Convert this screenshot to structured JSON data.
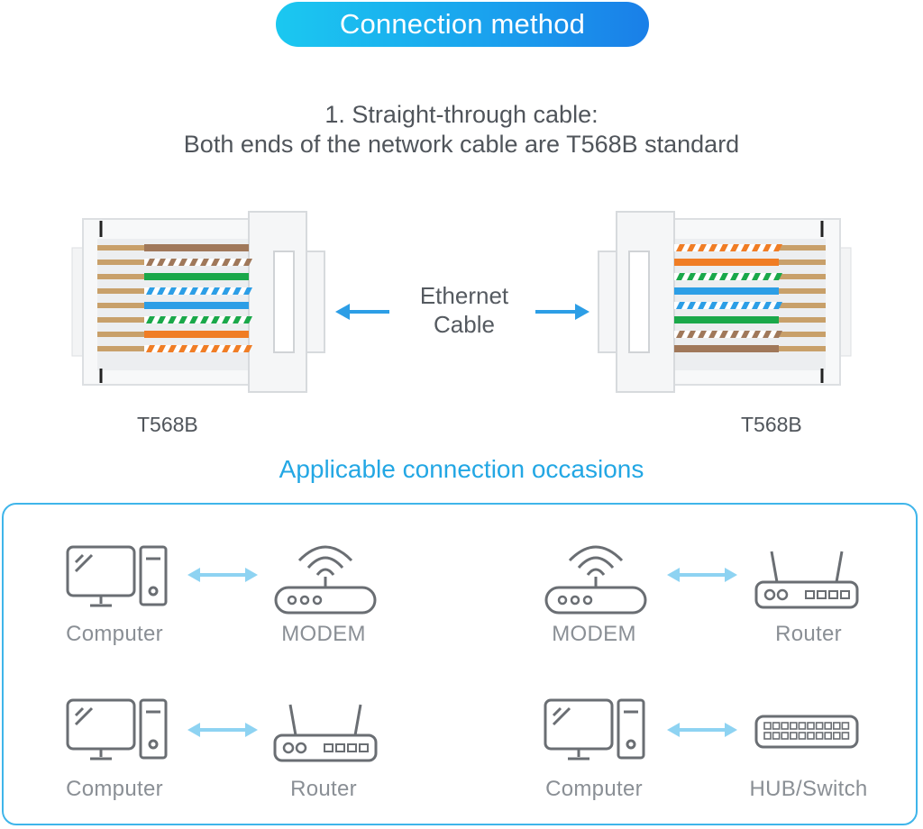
{
  "header": {
    "title": "Connection method"
  },
  "subtitle": {
    "line1": "1. Straight-through cable:",
    "line2": "Both ends of the network cable are T568B standard"
  },
  "connector_diagram": {
    "left_standard": "T568B",
    "right_standard": "T568B",
    "cable_label_line1": "Ethernet",
    "cable_label_line2": "Cable",
    "wire_colors": {
      "orange": "#f07d25",
      "green": "#1aa84a",
      "blue": "#2c9ee6",
      "brown": "#a0785a",
      "copper": "#c8a06a"
    }
  },
  "occasions": {
    "title": "Applicable connection occasions",
    "accent_color": "#3fb5ea",
    "pairs": [
      {
        "left": {
          "icon": "computer-icon",
          "label": "Computer"
        },
        "right": {
          "icon": "modem-icon",
          "label": "MODEM"
        }
      },
      {
        "left": {
          "icon": "modem-icon",
          "label": "MODEM"
        },
        "right": {
          "icon": "router-icon",
          "label": "Router"
        }
      },
      {
        "left": {
          "icon": "computer-icon",
          "label": "Computer"
        },
        "right": {
          "icon": "router-icon",
          "label": "Router"
        }
      },
      {
        "left": {
          "icon": "computer-icon",
          "label": "Computer"
        },
        "right": {
          "icon": "switch-icon",
          "label": "HUB/Switch"
        }
      }
    ]
  }
}
